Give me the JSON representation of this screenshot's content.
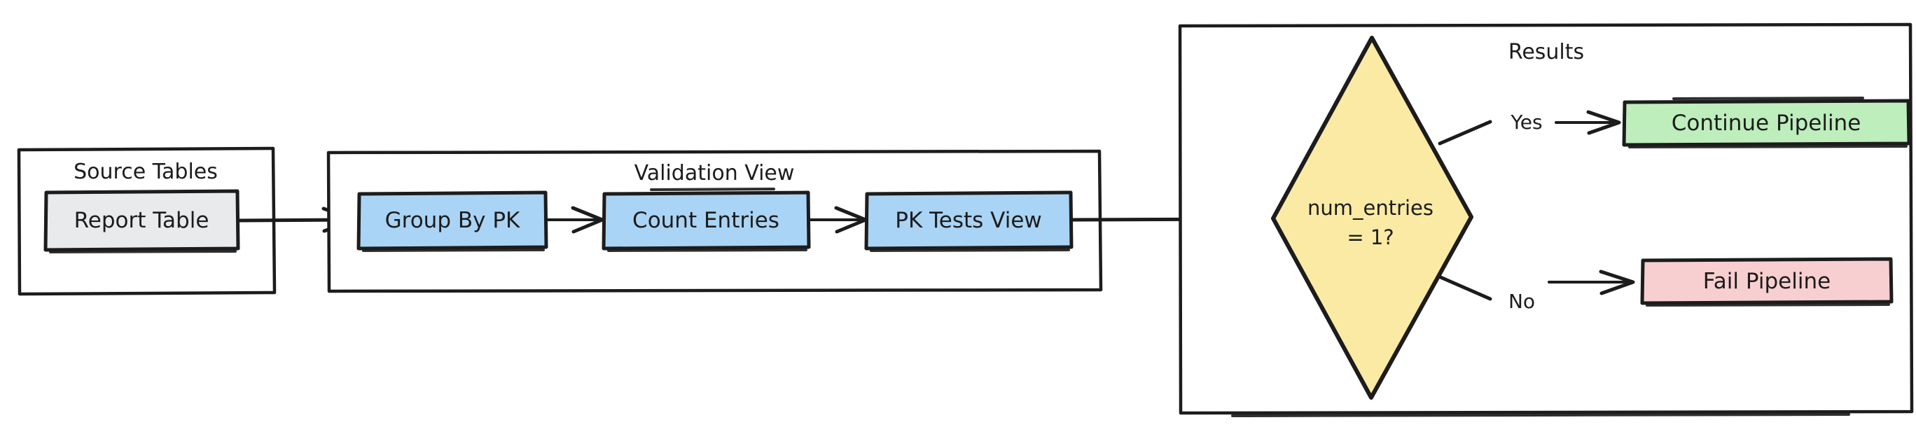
{
  "diagram": {
    "title_hidden": "",
    "groups": [
      {
        "id": "source-tables",
        "label": "Source Tables",
        "nodes": [
          {
            "id": "report-table",
            "label": "Report Table",
            "fill": "#e8eaec"
          }
        ]
      },
      {
        "id": "validation-view",
        "label": "Validation View",
        "nodes": [
          {
            "id": "group-by-pk",
            "label": "Group By PK",
            "fill": "#aad4f5"
          },
          {
            "id": "count-entries",
            "label": "Count Entries",
            "fill": "#aad4f5"
          },
          {
            "id": "pk-tests-view",
            "label": "PK Tests View",
            "fill": "#aad4f5"
          }
        ]
      },
      {
        "id": "results",
        "label": "Results",
        "decision": {
          "id": "num-entries-check",
          "label_line1": "num_entries",
          "label_line2": "= 1?",
          "fill": "#fbeaa4"
        },
        "nodes": [
          {
            "id": "continue-pipeline",
            "label": "Continue Pipeline",
            "fill": "#bdeebc"
          },
          {
            "id": "fail-pipeline",
            "label": "Fail Pipeline",
            "fill": "#f8cfd1"
          }
        ]
      }
    ],
    "edge_labels": {
      "yes": "Yes",
      "no": "No"
    },
    "colors": {
      "stroke": "#1c1c1c",
      "background": "#ffffff",
      "gray_node": "#e8eaec",
      "blue_node": "#aad4f5",
      "yellow_decision": "#fbeaa4",
      "green_node": "#bdeebc",
      "pink_node": "#f8cfd1"
    }
  }
}
